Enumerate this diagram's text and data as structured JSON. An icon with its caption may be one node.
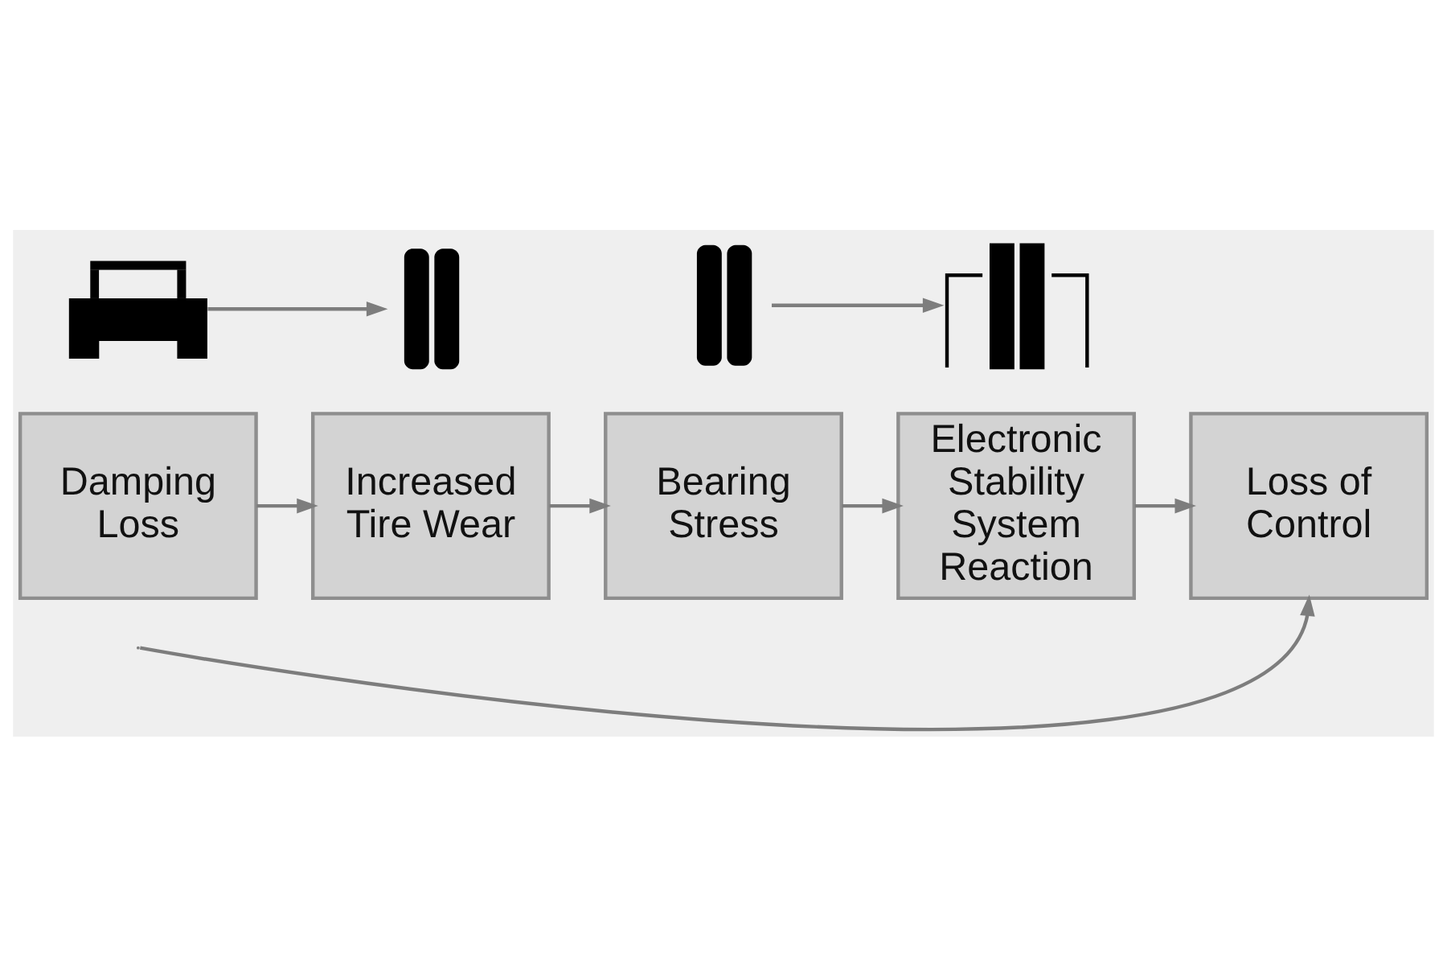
{
  "diagram": {
    "nodes": [
      {
        "text": [],
        "shape": "picture"
      },
      {
        "text": [],
        "shape": "picture"
      },
      {
        "text": [],
        "shape": "picture"
      },
      {
        "text": [],
        "shape": "picture"
      },
      {
        "text": [
          "Damping Loss"
        ]
      },
      {
        "text": [
          "Increased Tire Wear"
        ]
      },
      {
        "text": [
          "Bearing Stress"
        ]
      },
      {
        "text": [
          "Electronic Stability System Reaction"
        ]
      },
      {
        "text": [
          "Loss of Control"
        ]
      }
    ],
    "edges": [
      {
        "from": 0,
        "to": 1,
        "arrow": "to"
      },
      {
        "from": 2,
        "to": 3,
        "arrow": "to"
      },
      {
        "from": 4,
        "to": 5,
        "arrow": "to"
      },
      {
        "from": 5,
        "to": 6,
        "arrow": "to"
      },
      {
        "from": 6,
        "to": 7,
        "arrow": "to"
      },
      {
        "from": 7,
        "to": 8,
        "arrow": "to"
      },
      {
        "from": null,
        "to": 8,
        "arrow": "to"
      }
    ]
  }
}
